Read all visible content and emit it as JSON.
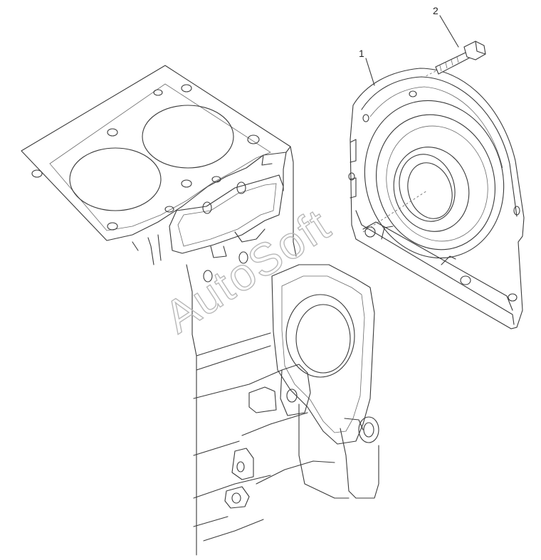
{
  "diagram": {
    "callouts": [
      {
        "id": "part-1",
        "label": "1"
      },
      {
        "id": "part-2",
        "label": "2"
      }
    ],
    "watermark": "AutoSoft",
    "line_color": "#3a3a3a",
    "watermark_color": "#b8b8b8",
    "background": "#ffffff"
  }
}
